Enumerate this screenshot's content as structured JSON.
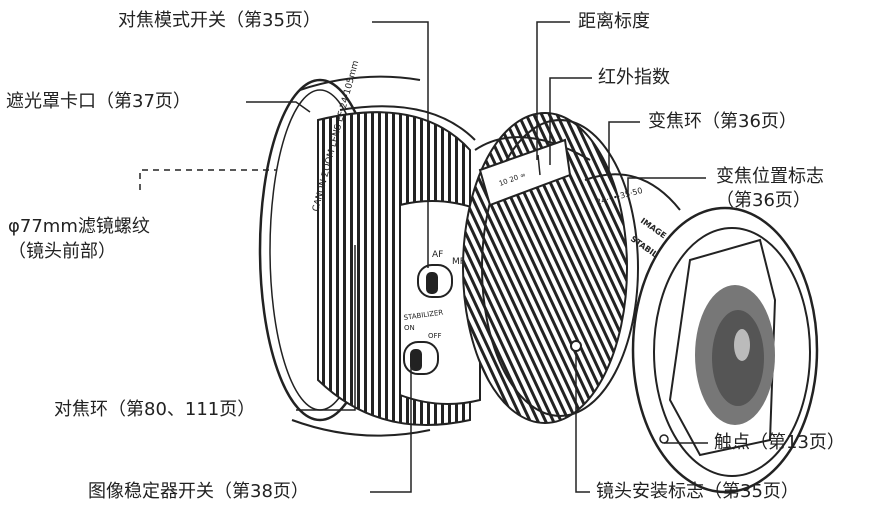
{
  "labels": {
    "mode_switch": "对焦模式开关（第35页）",
    "distance_scale": "距离标度",
    "infrared_index": "红外指数",
    "hood_mount": "遮光罩卡口（第37页）",
    "zoom_ring": "变焦环（第36页）",
    "zoom_position_line1": "变焦位置标志",
    "zoom_position_line2": "（第36页）",
    "filter_thread_line1": "φ77mm滤镜螺纹",
    "filter_thread_line2": "（镜头前部）",
    "focus_ring": "对焦环（第80、111页）",
    "contacts": "触点（第13页）",
    "stabilizer_switch": "图像稳定器开关（第38页）",
    "mount_index": "镜头安装标志（第35页）"
  },
  "lens_markings": {
    "front_ring": "CANON ZOOM LENS EF 24-105mm",
    "af": "AF",
    "mf": "MF",
    "stabilizer": "STABILIZER",
    "on": "ON",
    "off": "OFF",
    "zoom_scale": "24·••·35·50",
    "badge_line1": "IMAGE",
    "badge_line2": "STABILIZER",
    "distance_numbers": "10 20 ∞"
  }
}
